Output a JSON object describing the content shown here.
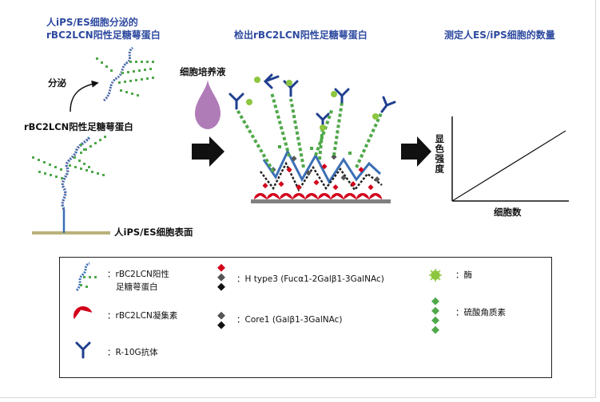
{
  "headers": {
    "left_line1": "人iPS/ES细胞分泌的",
    "left_line2": "rBC2LCN阳性足糖萼蛋白",
    "middle": "检出rBC2LCN阳性足糖萼蛋白",
    "right": "测定人ES/iPS细胞的数量"
  },
  "labels": {
    "secretion": "分泌",
    "protein": "rBC2LCN阳性足糖萼蛋白",
    "cell_surface": "人iPS/ES细胞表面",
    "medium": "细胞培养液",
    "y_axis": "显色强度",
    "x_axis": "细胞数"
  },
  "legend": {
    "protein_line1": "rBC2LCN阳性",
    "protein_line2": "足糖萼蛋白",
    "lectin": "rBC2LCN凝集素",
    "antibody": "R-10G抗体",
    "h_type3": "H type3 (Fucα1-2Galβ1-3GalNAc)",
    "core1": "Core1 (Galβ1-3GalNAc)",
    "enzyme": "酶",
    "keratan": "硫酸角质素"
  },
  "colors": {
    "header_blue": "#2e4aa0",
    "glycan_green": "#4fa84a",
    "protein_blue": "#3a6fb5",
    "lectin_red": "#d3001b",
    "antibody_blue": "#1f3f8f",
    "medium_purple": "#b07cb8",
    "enzyme_green": "#8dc63f"
  }
}
